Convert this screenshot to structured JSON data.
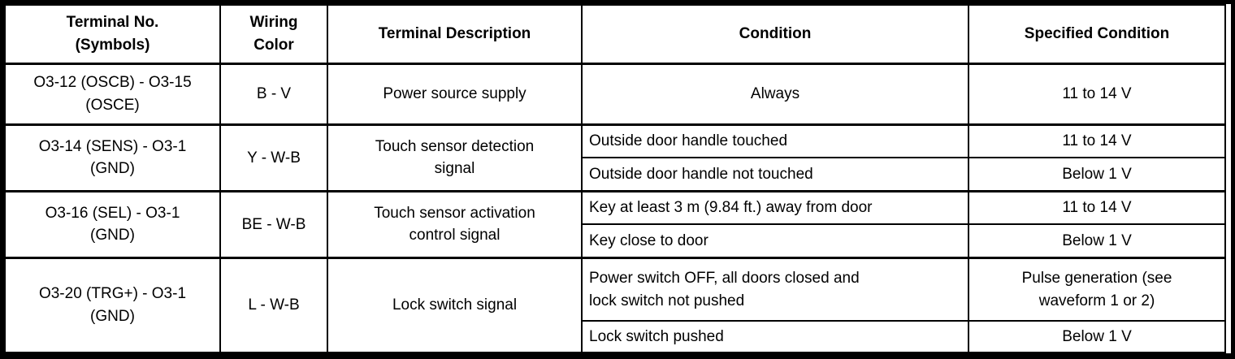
{
  "table": {
    "headers": {
      "terminal": "Terminal No.\n(Symbols)",
      "wiring": "Wiring\nColor",
      "description": "Terminal Description",
      "condition": "Condition",
      "specified": "Specified Condition"
    },
    "rows": [
      {
        "terminal": "O3-12 (OSCB) - O3-15\n(OSCE)",
        "wiring": "B - V",
        "description": "Power source supply",
        "conditions": [
          {
            "condition": "Always",
            "specified": "11 to 14 V"
          }
        ]
      },
      {
        "terminal": "O3-14 (SENS) - O3-1\n(GND)",
        "wiring": "Y - W-B",
        "description": "Touch sensor detection\nsignal",
        "conditions": [
          {
            "condition": "Outside door handle touched",
            "specified": "11 to 14 V"
          },
          {
            "condition": "Outside door handle not touched",
            "specified": "Below 1 V"
          }
        ]
      },
      {
        "terminal": "O3-16 (SEL) - O3-1\n(GND)",
        "wiring": "BE - W-B",
        "description": "Touch sensor activation\ncontrol signal",
        "conditions": [
          {
            "condition": "Key at least 3 m (9.84 ft.) away from door",
            "specified": "11 to 14 V"
          },
          {
            "condition": "Key close to door",
            "specified": "Below 1 V"
          }
        ]
      },
      {
        "terminal": "O3-20 (TRG+) - O3-1\n(GND)",
        "wiring": "L - W-B",
        "description": "Lock switch signal",
        "conditions": [
          {
            "condition": "Power switch OFF, all doors closed and\nlock switch not pushed",
            "specified": "Pulse generation (see\nwaveform 1 or 2)"
          },
          {
            "condition": "Lock switch pushed",
            "specified": "Below 1 V"
          }
        ]
      }
    ]
  }
}
